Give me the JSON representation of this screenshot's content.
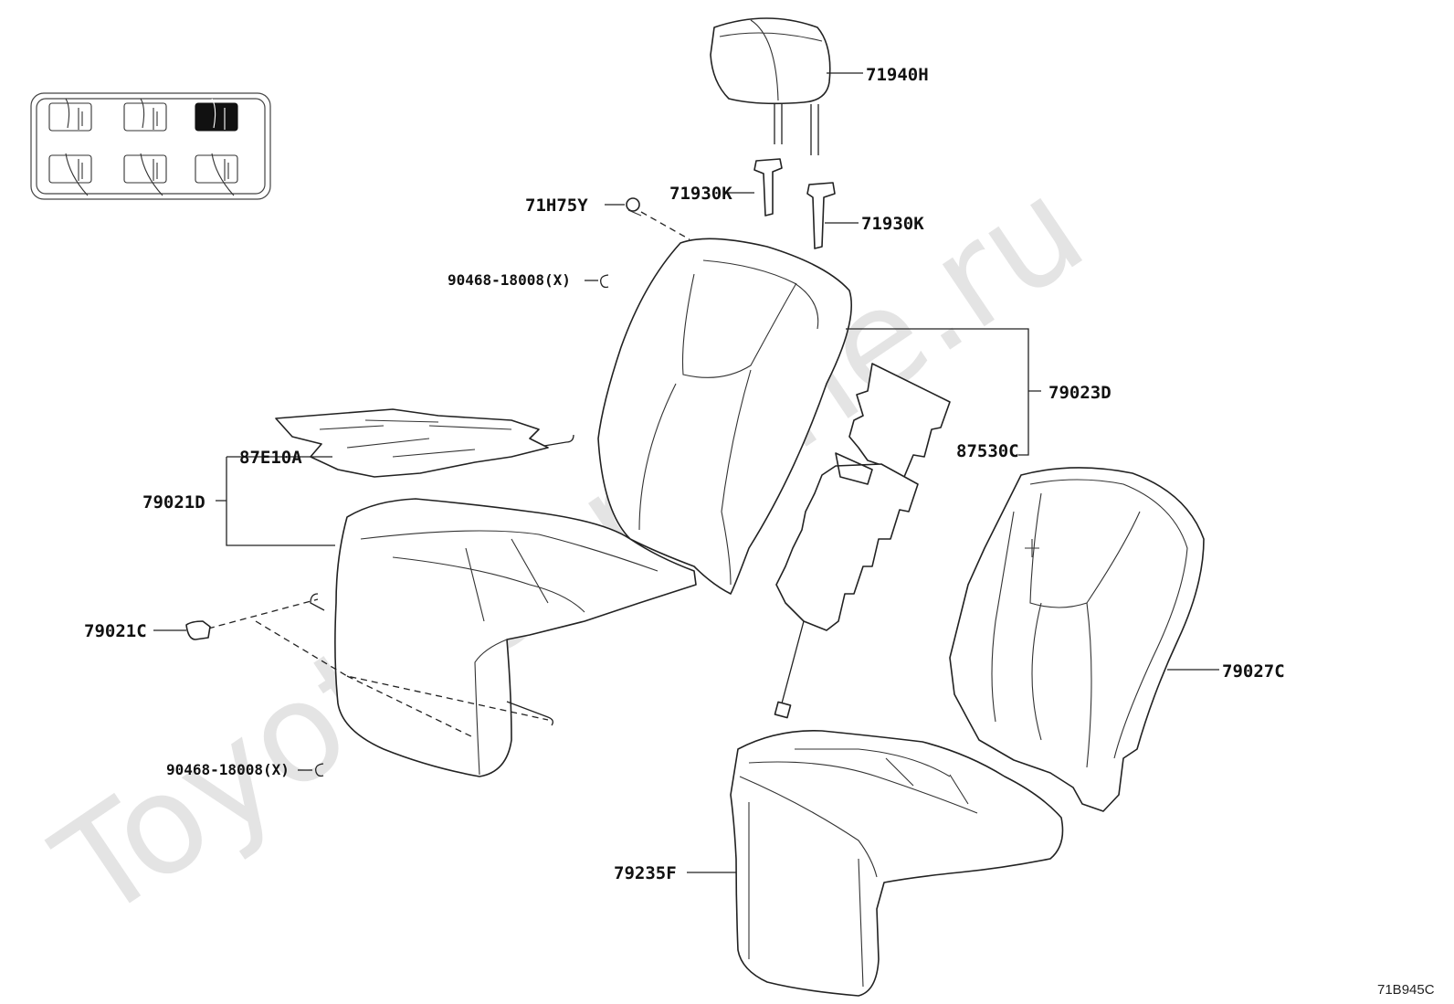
{
  "watermark": "ToyotaCarMine.ru",
  "diagram_ref": "71B945C",
  "labels": {
    "headrest": "71940H",
    "headrest_support_1": "71930K",
    "headrest_support_2": "71930K",
    "fastener_top": "71H75Y",
    "clip_top": "90468-18008(X)",
    "seatback_assembly": "79023D",
    "back_heater": "87530C",
    "cushion_heater": "87E10A",
    "cushion_assembly": "79021D",
    "fastener_bottom": "79021C",
    "clip_bottom": "90468-18008(X)",
    "back_pad": "79027C",
    "cushion_pad": "79235F"
  },
  "seat_selector": {
    "rows": 2,
    "cols": 3,
    "selected_index": 2
  },
  "colors": {
    "line": "#222222",
    "watermark": "#e4e4e4",
    "selected_cell": "#111111"
  }
}
